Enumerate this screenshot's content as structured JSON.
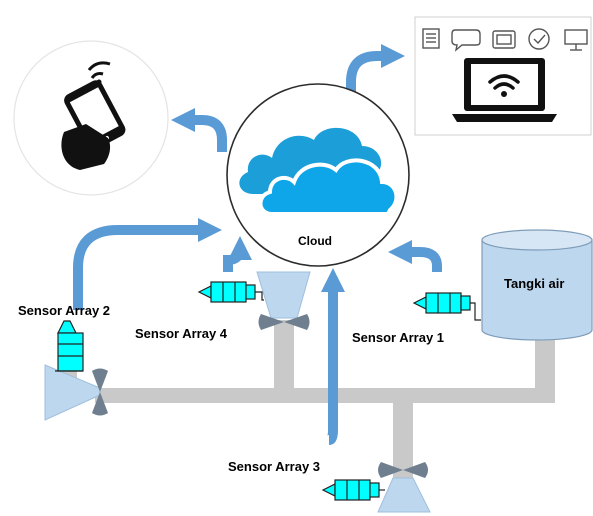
{
  "cloud": {
    "label": "Cloud"
  },
  "tank": {
    "label": "Tangki air"
  },
  "sensors": [
    {
      "id": "1",
      "label": "Sensor Array 1"
    },
    {
      "id": "2",
      "label": "Sensor Array 2"
    },
    {
      "id": "3",
      "label": "Sensor Array 3"
    },
    {
      "id": "4",
      "label": "Sensor Array 4"
    }
  ],
  "toolbar_icons": [
    "report-icon",
    "chat-icon",
    "folder-icon",
    "check-icon",
    "presentation-icon"
  ],
  "colors": {
    "arrow": "#5b9bd5",
    "pipe": "#c9c9c9",
    "tank_fill": "#bdd7ee",
    "sensor_fill": "#00ffff",
    "cloud": "#0ea5e9"
  }
}
